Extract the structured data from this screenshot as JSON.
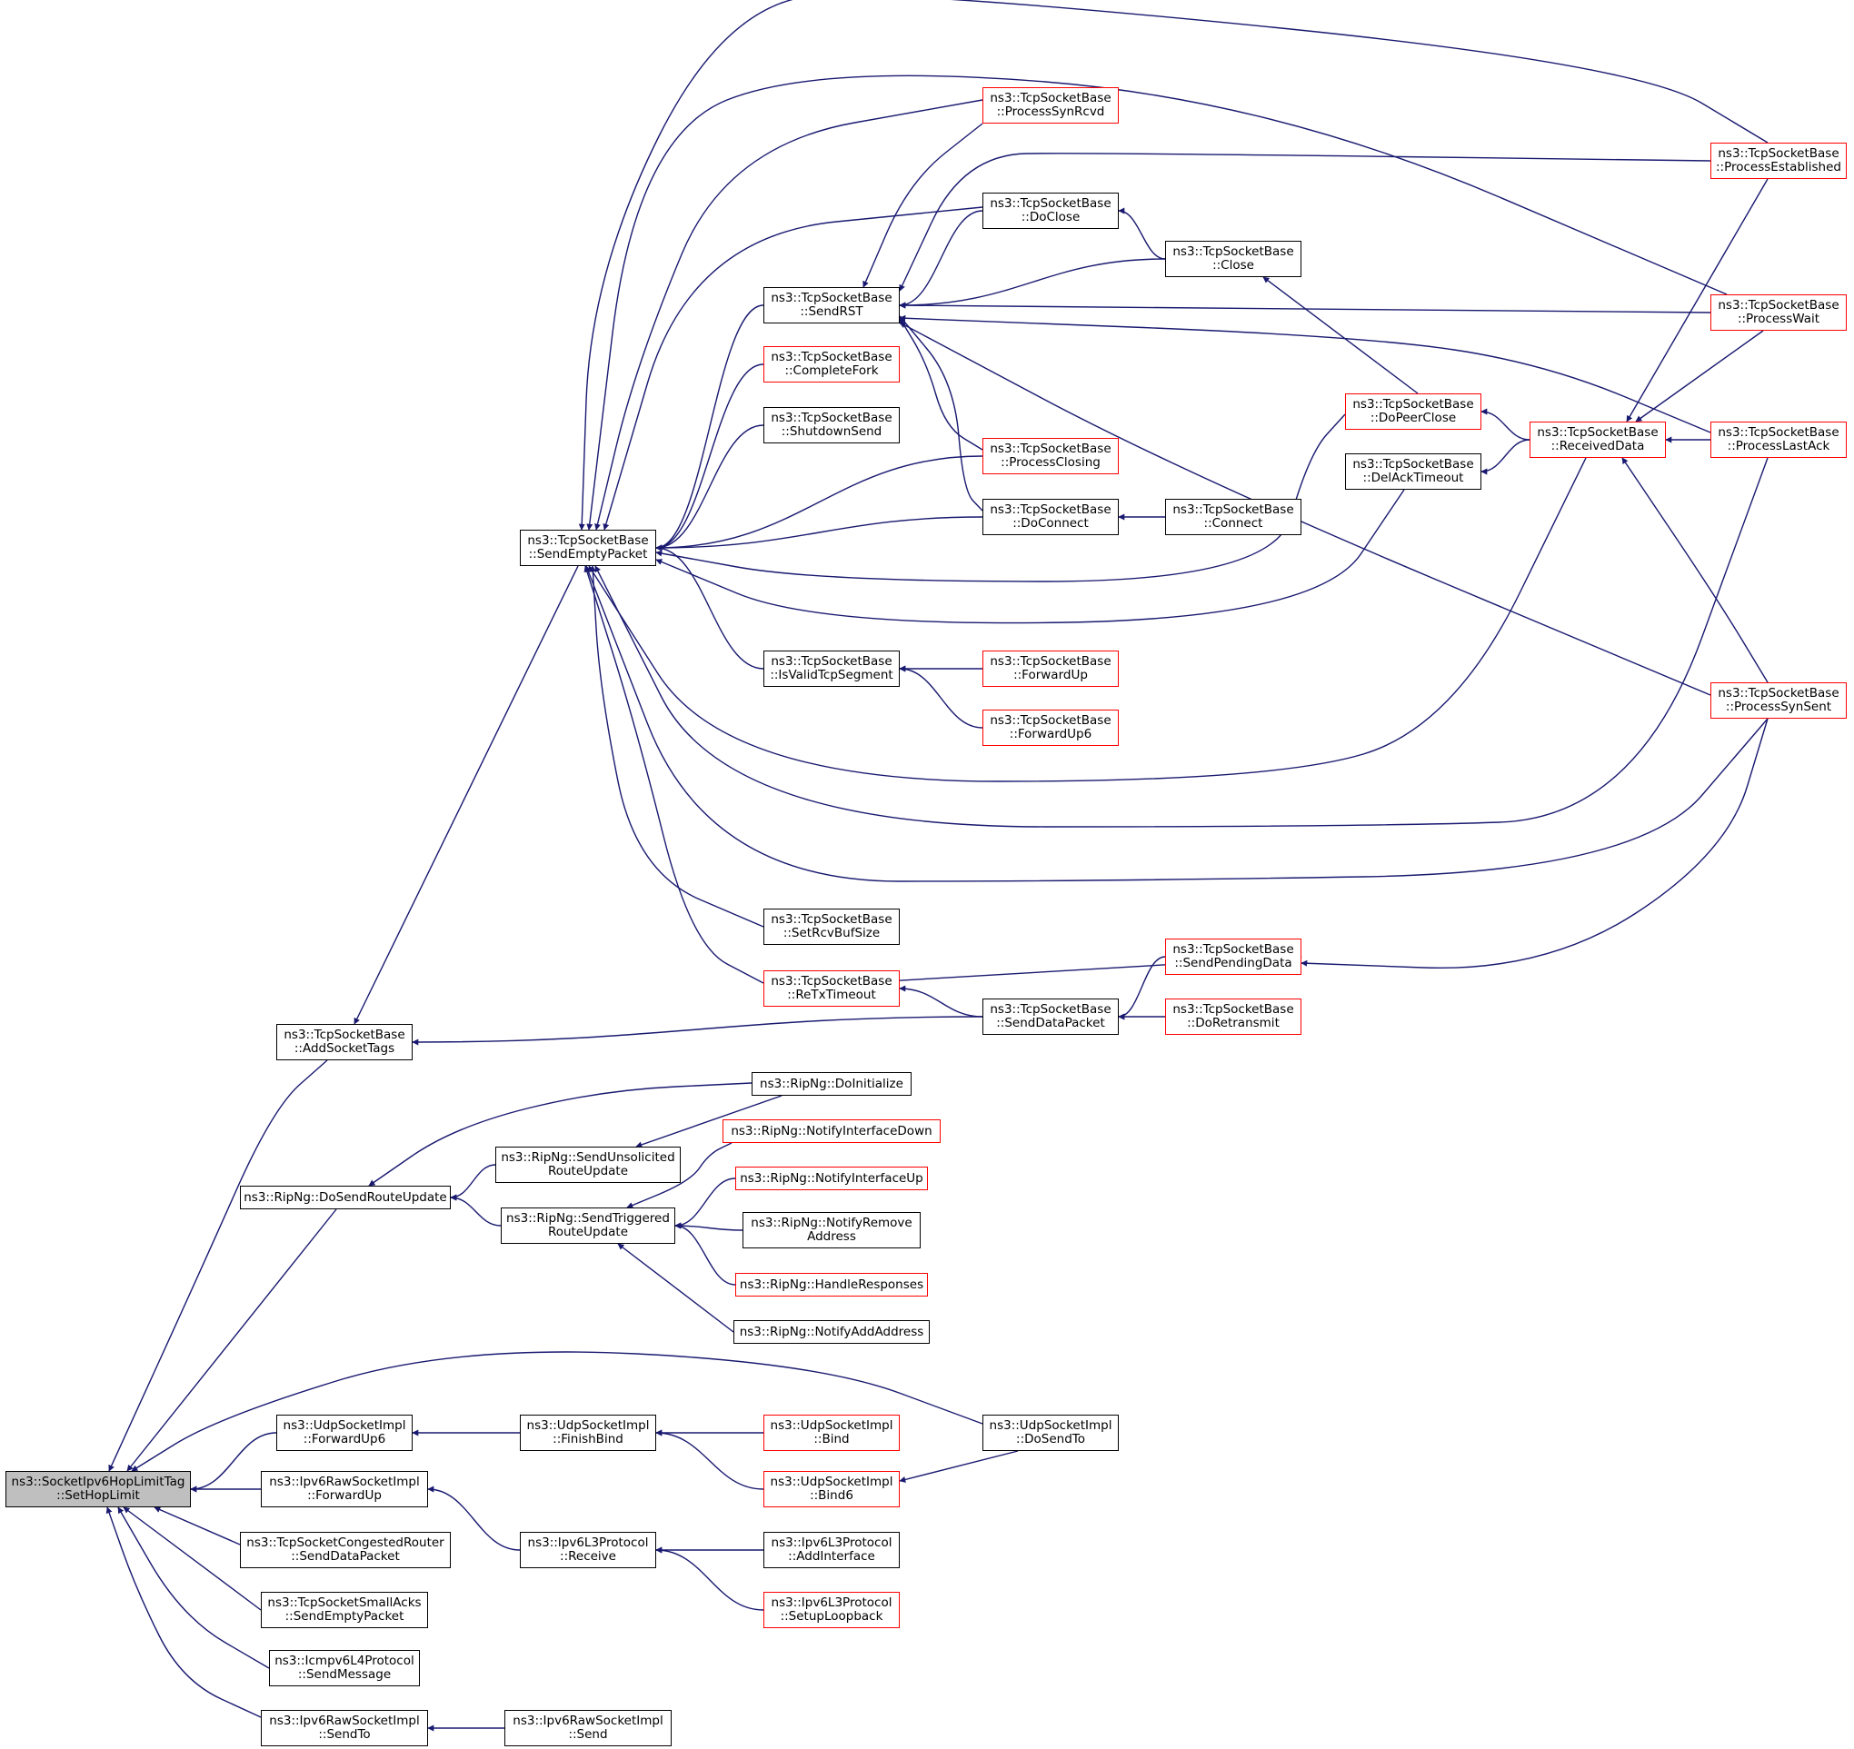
{
  "diagram": {
    "type": "caller-graph",
    "colors": {
      "edge": "#191970",
      "node_border": "#000000",
      "truncated_border": "#ff0000",
      "root_fill": "#bfbfbf"
    },
    "nodes": [
      {
        "id": "root",
        "line1": "ns3::SocketIpv6HopLimitTag",
        "line2": "::SetHopLimit",
        "style": "root"
      },
      {
        "id": "addSocketTags",
        "line1": "ns3::TcpSocketBase",
        "line2": "::AddSocketTags",
        "style": "normal"
      },
      {
        "id": "sendEmptyPacket",
        "line1": "ns3::TcpSocketBase",
        "line2": "::SendEmptyPacket",
        "style": "normal"
      },
      {
        "id": "sendRST",
        "line1": "ns3::TcpSocketBase",
        "line2": "::SendRST",
        "style": "normal"
      },
      {
        "id": "completeFork",
        "line1": "ns3::TcpSocketBase",
        "line2": "::CompleteFork",
        "style": "red"
      },
      {
        "id": "shutdownSend",
        "line1": "ns3::TcpSocketBase",
        "line2": "::ShutdownSend",
        "style": "normal"
      },
      {
        "id": "processSynRcvd",
        "line1": "ns3::TcpSocketBase",
        "line2": "::ProcessSynRcvd",
        "style": "red"
      },
      {
        "id": "doClose",
        "line1": "ns3::TcpSocketBase",
        "line2": "::DoClose",
        "style": "normal"
      },
      {
        "id": "close",
        "line1": "ns3::TcpSocketBase",
        "line2": "::Close",
        "style": "normal"
      },
      {
        "id": "processClosing",
        "line1": "ns3::TcpSocketBase",
        "line2": "::ProcessClosing",
        "style": "red"
      },
      {
        "id": "doConnect",
        "line1": "ns3::TcpSocketBase",
        "line2": "::DoConnect",
        "style": "normal"
      },
      {
        "id": "connect",
        "line1": "ns3::TcpSocketBase",
        "line2": "::Connect",
        "style": "normal"
      },
      {
        "id": "doPeerClose",
        "line1": "ns3::TcpSocketBase",
        "line2": "::DoPeerClose",
        "style": "red"
      },
      {
        "id": "delAckTimeout",
        "line1": "ns3::TcpSocketBase",
        "line2": "::DelAckTimeout",
        "style": "normal"
      },
      {
        "id": "receivedData",
        "line1": "ns3::TcpSocketBase",
        "line2": "::ReceivedData",
        "style": "red"
      },
      {
        "id": "processEstablished",
        "line1": "ns3::TcpSocketBase",
        "line2": "::ProcessEstablished",
        "style": "red"
      },
      {
        "id": "processWait",
        "line1": "ns3::TcpSocketBase",
        "line2": "::ProcessWait",
        "style": "red"
      },
      {
        "id": "processLastAck",
        "line1": "ns3::TcpSocketBase",
        "line2": "::ProcessLastAck",
        "style": "red"
      },
      {
        "id": "processSynSent",
        "line1": "ns3::TcpSocketBase",
        "line2": "::ProcessSynSent",
        "style": "red"
      },
      {
        "id": "isValidTcpSegment",
        "line1": "ns3::TcpSocketBase",
        "line2": "::IsValidTcpSegment",
        "style": "normal"
      },
      {
        "id": "forwardUp",
        "line1": "ns3::TcpSocketBase",
        "line2": "::ForwardUp",
        "style": "red"
      },
      {
        "id": "forwardUp6",
        "line1": "ns3::TcpSocketBase",
        "line2": "::ForwardUp6",
        "style": "red"
      },
      {
        "id": "setRcvBufSize",
        "line1": "ns3::TcpSocketBase",
        "line2": "::SetRcvBufSize",
        "style": "normal"
      },
      {
        "id": "reTxTimeout",
        "line1": "ns3::TcpSocketBase",
        "line2": "::ReTxTimeout",
        "style": "red"
      },
      {
        "id": "sendPendingData",
        "line1": "ns3::TcpSocketBase",
        "line2": "::SendPendingData",
        "style": "red"
      },
      {
        "id": "sendDataPacket",
        "line1": "ns3::TcpSocketBase",
        "line2": "::SendDataPacket",
        "style": "normal"
      },
      {
        "id": "doRetransmit",
        "line1": "ns3::TcpSocketBase",
        "line2": "::DoRetransmit",
        "style": "red"
      },
      {
        "id": "ripDoInitialize",
        "line1": "ns3::RipNg::DoInitialize",
        "line2": "",
        "style": "normal"
      },
      {
        "id": "ripSendUnsolicited",
        "line1": "ns3::RipNg::SendUnsolicited",
        "line2": "RouteUpdate",
        "style": "normal"
      },
      {
        "id": "ripDoSendRouteUpdate",
        "line1": "ns3::RipNg::DoSendRouteUpdate",
        "line2": "",
        "style": "normal"
      },
      {
        "id": "ripSendTriggered",
        "line1": "ns3::RipNg::SendTriggered",
        "line2": "RouteUpdate",
        "style": "normal"
      },
      {
        "id": "ripNotifyInterfaceDown",
        "line1": "ns3::RipNg::NotifyInterfaceDown",
        "line2": "",
        "style": "red"
      },
      {
        "id": "ripNotifyInterfaceUp",
        "line1": "ns3::RipNg::NotifyInterfaceUp",
        "line2": "",
        "style": "red"
      },
      {
        "id": "ripNotifyRemoveAddress",
        "line1": "ns3::RipNg::NotifyRemove",
        "line2": "Address",
        "style": "normal"
      },
      {
        "id": "ripHandleResponses",
        "line1": "ns3::RipNg::HandleResponses",
        "line2": "",
        "style": "red"
      },
      {
        "id": "ripNotifyAddAddress",
        "line1": "ns3::RipNg::NotifyAddAddress",
        "line2": "",
        "style": "normal"
      },
      {
        "id": "udpForwardUp6",
        "line1": "ns3::UdpSocketImpl",
        "line2": "::ForwardUp6",
        "style": "normal"
      },
      {
        "id": "udpFinishBind",
        "line1": "ns3::UdpSocketImpl",
        "line2": "::FinishBind",
        "style": "normal"
      },
      {
        "id": "udpBind",
        "line1": "ns3::UdpSocketImpl",
        "line2": "::Bind",
        "style": "red"
      },
      {
        "id": "udpBind6",
        "line1": "ns3::UdpSocketImpl",
        "line2": "::Bind6",
        "style": "red"
      },
      {
        "id": "udpDoSendTo",
        "line1": "ns3::UdpSocketImpl",
        "line2": "::DoSendTo",
        "style": "normal"
      },
      {
        "id": "rawForwardUp",
        "line1": "ns3::Ipv6RawSocketImpl",
        "line2": "::ForwardUp",
        "style": "normal"
      },
      {
        "id": "ipv6Receive",
        "line1": "ns3::Ipv6L3Protocol",
        "line2": "::Receive",
        "style": "normal"
      },
      {
        "id": "ipv6AddInterface",
        "line1": "ns3::Ipv6L3Protocol",
        "line2": "::AddInterface",
        "style": "normal"
      },
      {
        "id": "ipv6SetupLoopback",
        "line1": "ns3::Ipv6L3Protocol",
        "line2": "::SetupLoopback",
        "style": "red"
      },
      {
        "id": "congestedSendDataPacket",
        "line1": "ns3::TcpSocketCongestedRouter",
        "line2": "::SendDataPacket",
        "style": "normal"
      },
      {
        "id": "smallAcksSendEmptyPacket",
        "line1": "ns3::TcpSocketSmallAcks",
        "line2": "::SendEmptyPacket",
        "style": "normal"
      },
      {
        "id": "icmpSendMessage",
        "line1": "ns3::Icmpv6L4Protocol",
        "line2": "::SendMessage",
        "style": "normal"
      },
      {
        "id": "rawSendTo",
        "line1": "ns3::Ipv6RawSocketImpl",
        "line2": "::SendTo",
        "style": "normal"
      },
      {
        "id": "rawSend",
        "line1": "ns3::Ipv6RawSocketImpl",
        "line2": "::Send",
        "style": "normal"
      }
    ],
    "edges": [
      {
        "to": "root",
        "from": "addSocketTags"
      },
      {
        "to": "root",
        "from": "ripDoSendRouteUpdate"
      },
      {
        "to": "root",
        "from": "udpDoSendTo"
      },
      {
        "to": "root",
        "from": "udpForwardUp6"
      },
      {
        "to": "root",
        "from": "rawForwardUp"
      },
      {
        "to": "root",
        "from": "congestedSendDataPacket"
      },
      {
        "to": "root",
        "from": "smallAcksSendEmptyPacket"
      },
      {
        "to": "root",
        "from": "icmpSendMessage"
      },
      {
        "to": "root",
        "from": "rawSendTo"
      },
      {
        "to": "addSocketTags",
        "from": "sendEmptyPacket"
      },
      {
        "to": "addSocketTags",
        "from": "sendDataPacket"
      },
      {
        "to": "sendEmptyPacket",
        "from": "sendRST"
      },
      {
        "to": "sendEmptyPacket",
        "from": "completeFork"
      },
      {
        "to": "sendEmptyPacket",
        "from": "shutdownSend"
      },
      {
        "to": "sendEmptyPacket",
        "from": "processSynRcvd"
      },
      {
        "to": "sendEmptyPacket",
        "from": "doClose"
      },
      {
        "to": "sendEmptyPacket",
        "from": "processClosing"
      },
      {
        "to": "sendEmptyPacket",
        "from": "doConnect"
      },
      {
        "to": "sendEmptyPacket",
        "from": "doPeerClose"
      },
      {
        "to": "sendEmptyPacket",
        "from": "delAckTimeout"
      },
      {
        "to": "sendEmptyPacket",
        "from": "isValidTcpSegment"
      },
      {
        "to": "sendEmptyPacket",
        "from": "receivedData"
      },
      {
        "to": "sendEmptyPacket",
        "from": "processLastAck"
      },
      {
        "to": "sendEmptyPacket",
        "from": "processSynSent"
      },
      {
        "to": "sendEmptyPacket",
        "from": "setRcvBufSize"
      },
      {
        "to": "sendEmptyPacket",
        "from": "reTxTimeout"
      },
      {
        "to": "sendEmptyPacket",
        "from": "processEstablished"
      },
      {
        "to": "sendEmptyPacket",
        "from": "processWait"
      },
      {
        "to": "sendRST",
        "from": "processSynRcvd"
      },
      {
        "to": "sendRST",
        "from": "doClose"
      },
      {
        "to": "sendRST",
        "from": "close"
      },
      {
        "to": "sendRST",
        "from": "processEstablished"
      },
      {
        "to": "sendRST",
        "from": "processWait"
      },
      {
        "to": "sendRST",
        "from": "processLastAck"
      },
      {
        "to": "sendRST",
        "from": "processClosing"
      },
      {
        "to": "sendRST",
        "from": "doConnect"
      },
      {
        "to": "sendRST",
        "from": "processSynSent"
      },
      {
        "to": "doClose",
        "from": "close"
      },
      {
        "to": "close",
        "from": "doPeerClose"
      },
      {
        "to": "doConnect",
        "from": "connect"
      },
      {
        "to": "doPeerClose",
        "from": "receivedData"
      },
      {
        "to": "delAckTimeout",
        "from": "receivedData"
      },
      {
        "to": "receivedData",
        "from": "processLastAck"
      },
      {
        "to": "receivedData",
        "from": "processEstablished"
      },
      {
        "to": "receivedData",
        "from": "processWait"
      },
      {
        "to": "receivedData",
        "from": "processSynSent"
      },
      {
        "to": "isValidTcpSegment",
        "from": "forwardUp"
      },
      {
        "to": "isValidTcpSegment",
        "from": "forwardUp6"
      },
      {
        "to": "reTxTimeout",
        "from": "sendDataPacket"
      },
      {
        "to": "sendDataPacket",
        "from": "sendPendingData"
      },
      {
        "to": "sendDataPacket",
        "from": "doRetransmit"
      },
      {
        "to": "sendPendingData",
        "from": "reTxTimeout"
      },
      {
        "to": "sendPendingData",
        "from": "processSynSent"
      },
      {
        "to": "ripDoSendRouteUpdate",
        "from": "ripDoInitialize"
      },
      {
        "to": "ripDoSendRouteUpdate",
        "from": "ripSendUnsolicited"
      },
      {
        "to": "ripDoSendRouteUpdate",
        "from": "ripSendTriggered"
      },
      {
        "to": "ripSendUnsolicited",
        "from": "ripDoInitialize"
      },
      {
        "to": "ripSendTriggered",
        "from": "ripNotifyInterfaceDown"
      },
      {
        "to": "ripSendTriggered",
        "from": "ripNotifyInterfaceUp"
      },
      {
        "to": "ripSendTriggered",
        "from": "ripNotifyRemoveAddress"
      },
      {
        "to": "ripSendTriggered",
        "from": "ripHandleResponses"
      },
      {
        "to": "ripSendTriggered",
        "from": "ripNotifyAddAddress"
      },
      {
        "to": "udpForwardUp6",
        "from": "udpFinishBind"
      },
      {
        "to": "udpFinishBind",
        "from": "udpBind"
      },
      {
        "to": "udpFinishBind",
        "from": "udpBind6"
      },
      {
        "to": "udpBind6",
        "from": "udpDoSendTo"
      },
      {
        "to": "rawForwardUp",
        "from": "ipv6Receive"
      },
      {
        "to": "ipv6Receive",
        "from": "ipv6AddInterface"
      },
      {
        "to": "ipv6Receive",
        "from": "ipv6SetupLoopback"
      },
      {
        "to": "rawSendTo",
        "from": "rawSend"
      }
    ]
  }
}
